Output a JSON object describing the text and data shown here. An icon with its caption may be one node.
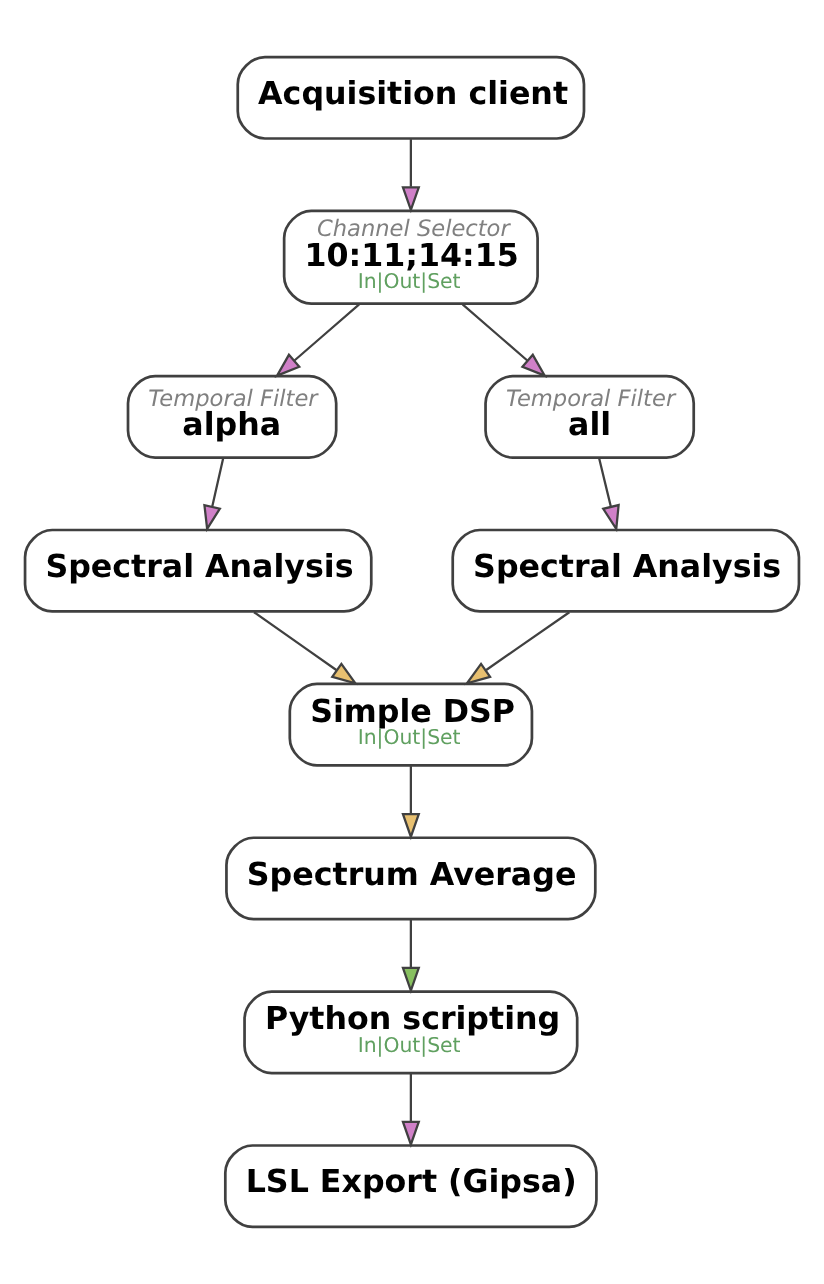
{
  "diagram": {
    "nodes": [
      {
        "text": [
          "Acquisition client"
        ]
      },
      {
        "text": [
          "Channel Selector",
          "10:11;14:15",
          "In|Out|Set"
        ]
      },
      {
        "text": [
          "Temporal Filter",
          "alpha"
        ]
      },
      {
        "text": [
          "Temporal Filter",
          "all"
        ]
      },
      {
        "text": [
          "Spectral Analysis"
        ]
      },
      {
        "text": [
          "Spectral Analysis"
        ]
      },
      {
        "text": [
          "Simple DSP",
          "In|Out|Set"
        ]
      },
      {
        "text": [
          "Spectrum Average"
        ]
      },
      {
        "text": [
          "Python scripting",
          "In|Out|Set"
        ]
      },
      {
        "text": [
          "LSL Export (Gipsa)"
        ]
      }
    ],
    "edges": [
      {
        "from": 0,
        "to": 1,
        "arrow": "to"
      },
      {
        "from": 1,
        "to": 2,
        "arrow": "to"
      },
      {
        "from": 1,
        "to": 3,
        "arrow": "to"
      },
      {
        "from": 2,
        "to": 4,
        "arrow": "to"
      },
      {
        "from": 3,
        "to": 5,
        "arrow": "to"
      },
      {
        "from": 4,
        "to": 6,
        "arrow": "to"
      },
      {
        "from": 5,
        "to": 6,
        "arrow": "to"
      },
      {
        "from": 6,
        "to": 7,
        "arrow": "to"
      },
      {
        "from": 7,
        "to": 8,
        "arrow": "to"
      },
      {
        "from": 8,
        "to": 9,
        "arrow": "to"
      }
    ]
  }
}
